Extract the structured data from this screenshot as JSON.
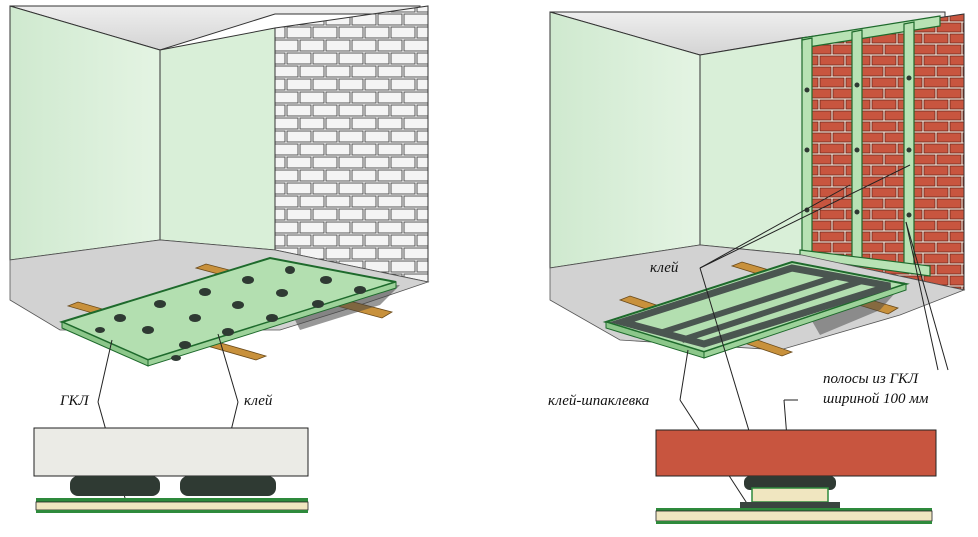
{
  "left_panel": {
    "labels": {
      "gkl": "ГКЛ",
      "glue": "клей"
    }
  },
  "right_panel": {
    "labels": {
      "glue": "клей",
      "glue_putty": "клей-шпаклевка",
      "strips_line1": "полосы из ГКЛ",
      "strips_line2": "шириной 100 мм"
    }
  },
  "colors": {
    "wall_green": "#d4ecd4",
    "wall_green_dark": "#bfe0c0",
    "ceiling_gray": "#dcdcdc",
    "floor_gray": "#cfcfcf",
    "brick_red": "#c8553f",
    "board_green": "#a7d9a2",
    "wood": "#c8913c",
    "glue_dark": "#2f3a33",
    "outline": "#1e5c2c"
  },
  "icons": [
    "wall-icon",
    "brick-icon",
    "board-icon",
    "glue-blob-icon"
  ]
}
